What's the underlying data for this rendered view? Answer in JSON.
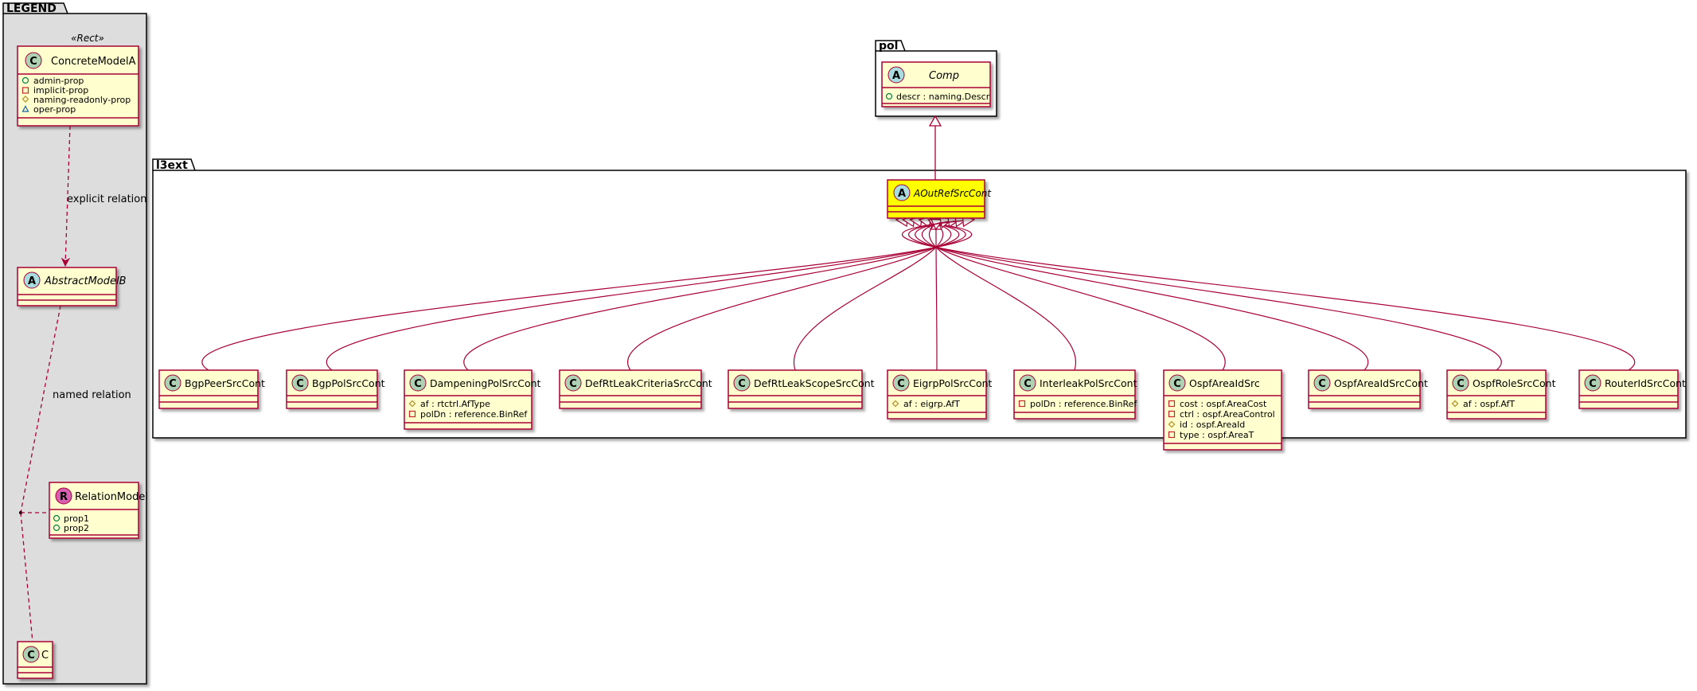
{
  "legend": {
    "title": "LEGEND",
    "stereotype": "«Rect»",
    "concrete": {
      "name": "ConcreteModelA",
      "glyph": "C",
      "props": [
        "admin-prop",
        "implicit-prop",
        "naming-readonly-prop",
        "oper-prop"
      ]
    },
    "abstract": {
      "name": "AbstractModelB",
      "glyph": "A"
    },
    "relation": {
      "name": "RelationModel",
      "glyph": "R",
      "props": [
        "prop1",
        "prop2"
      ]
    },
    "c": {
      "name": "C",
      "glyph": "C"
    },
    "explicit_label": "explicit relation",
    "named_label": "named relation"
  },
  "pol": {
    "title": "pol",
    "comp": {
      "name": "Comp",
      "glyph": "A",
      "attrs": [
        "descr : naming.Descr"
      ]
    }
  },
  "l3ext": {
    "title": "l3ext",
    "root": {
      "name": "AOutRefSrcCont",
      "glyph": "A"
    },
    "children": [
      {
        "name": "BgpPeerSrcCont",
        "glyph": "C",
        "attrs": []
      },
      {
        "name": "BgpPolSrcCont",
        "glyph": "C",
        "attrs": []
      },
      {
        "name": "DampeningPolSrcCont",
        "glyph": "C",
        "attrs": [
          "af : rtctrl.AfType",
          "polDn : reference.BinRef"
        ]
      },
      {
        "name": "DefRtLeakCriteriaSrcCont",
        "glyph": "C",
        "attrs": []
      },
      {
        "name": "DefRtLeakScopeSrcCont",
        "glyph": "C",
        "attrs": []
      },
      {
        "name": "EigrpPolSrcCont",
        "glyph": "C",
        "attrs": [
          "af : eigrp.AfT"
        ]
      },
      {
        "name": "InterleakPolSrcCont",
        "glyph": "C",
        "attrs": [
          "polDn : reference.BinRef"
        ]
      },
      {
        "name": "OspfAreaIdSrc",
        "glyph": "C",
        "attrs": [
          "cost : ospf.AreaCost",
          "ctrl : ospf.AreaControl",
          "id : ospf.AreaId",
          "type : ospf.AreaT"
        ]
      },
      {
        "name": "OspfAreaIdSrcCont",
        "glyph": "C",
        "attrs": []
      },
      {
        "name": "OspfRoleSrcCont",
        "glyph": "C",
        "attrs": [
          "af : ospf.AfT"
        ]
      },
      {
        "name": "RouterIdSrcCont",
        "glyph": "C",
        "attrs": []
      }
    ]
  },
  "colors": {
    "class_fill": "#FEFECE",
    "class_border": "#A80036",
    "root_fill": "#FFFF00",
    "legend_bg": "#DDDDDD",
    "circle_c": "#ADD1B2",
    "circle_a": "#A9DCDF",
    "circle_r": "#D75FAF"
  }
}
